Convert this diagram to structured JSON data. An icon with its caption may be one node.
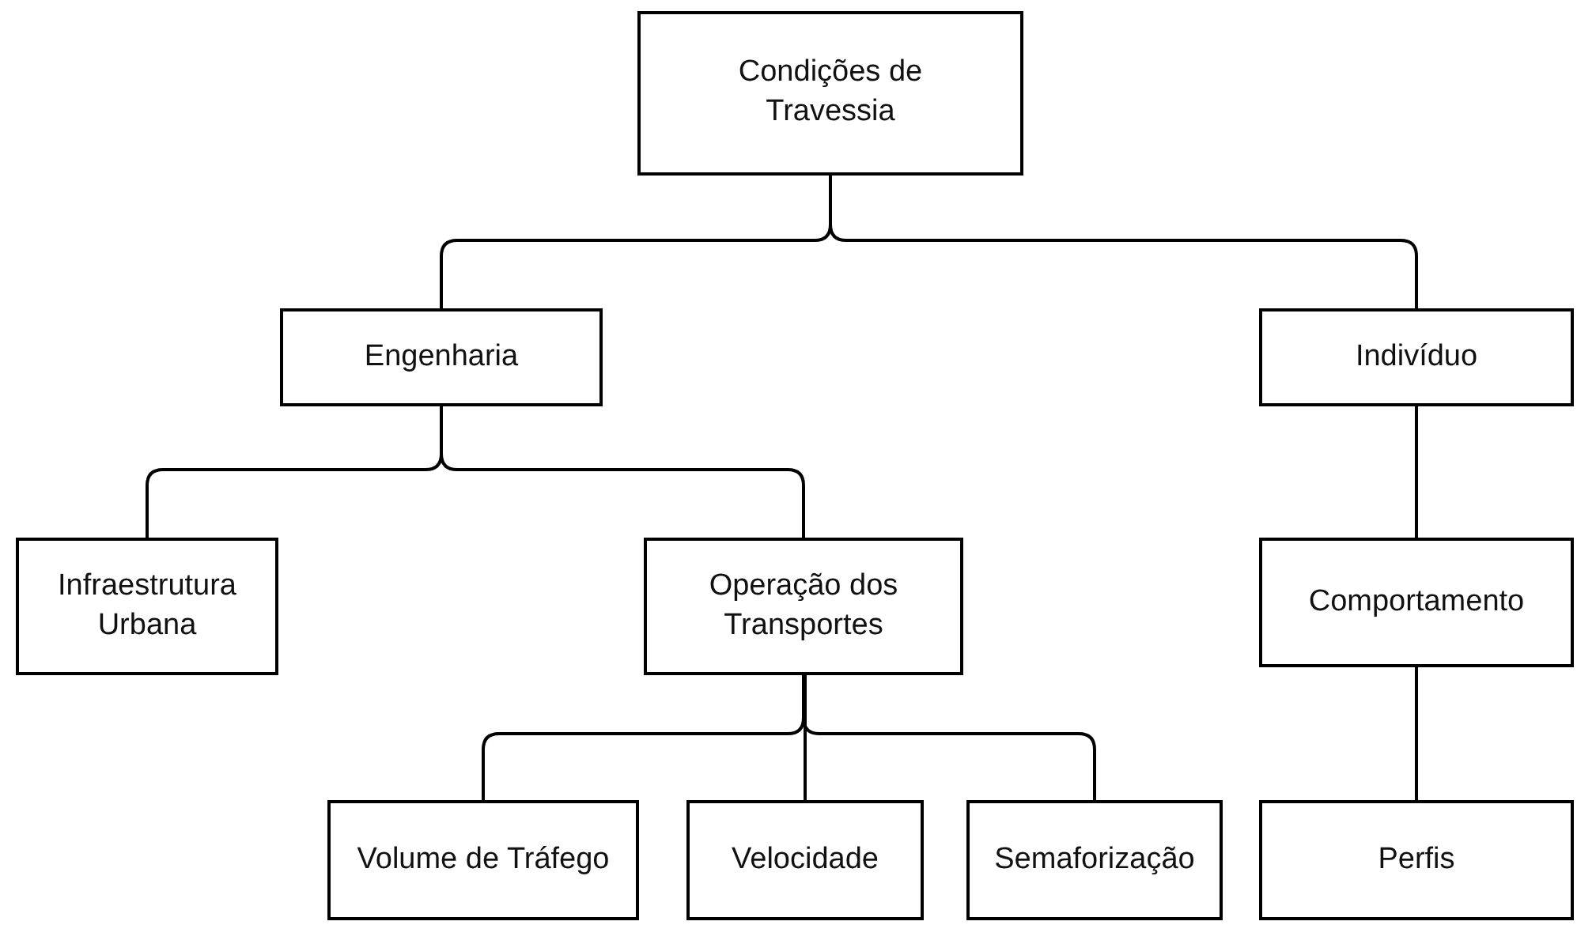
{
  "diagram": {
    "nodes": [
      {
        "text": [
          "Condições de Travessia"
        ]
      },
      {
        "text": [
          "Engenharia"
        ]
      },
      {
        "text": [
          "Indivíduo"
        ]
      },
      {
        "text": [
          "Infraestrutura Urbana"
        ]
      },
      {
        "text": [
          "Operação dos Transportes"
        ]
      },
      {
        "text": [
          "Comportamento"
        ]
      },
      {
        "text": [
          "Volume de Tráfego"
        ]
      },
      {
        "text": [
          "Velocidade"
        ]
      },
      {
        "text": [
          "Semaforização"
        ]
      },
      {
        "text": [
          "Perfis"
        ]
      }
    ],
    "edges": [
      {
        "from": 0,
        "to": 1,
        "arrow": "none"
      },
      {
        "from": 0,
        "to": 2,
        "arrow": "none"
      },
      {
        "from": 1,
        "to": 3,
        "arrow": "none"
      },
      {
        "from": 1,
        "to": 4,
        "arrow": "none"
      },
      {
        "from": 2,
        "to": 5,
        "arrow": "none"
      },
      {
        "from": 4,
        "to": 6,
        "arrow": "none"
      },
      {
        "from": 4,
        "to": 7,
        "arrow": "none"
      },
      {
        "from": 4,
        "to": 8,
        "arrow": "none"
      },
      {
        "from": 5,
        "to": 9,
        "arrow": "none"
      }
    ]
  }
}
